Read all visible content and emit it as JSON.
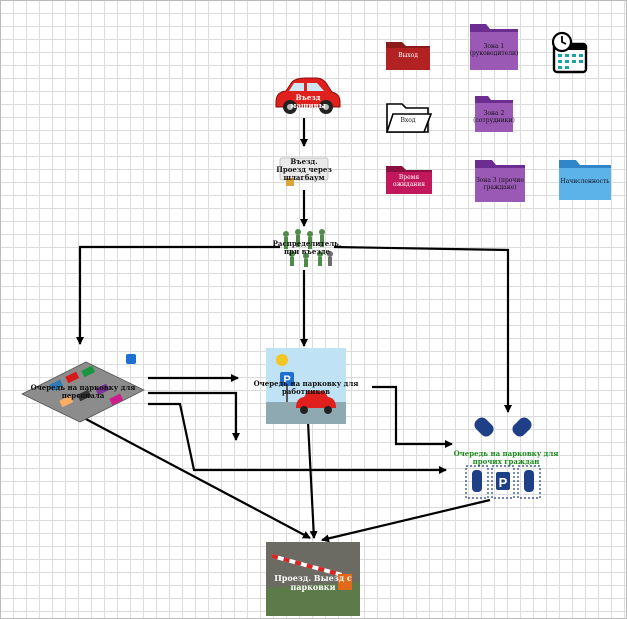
{
  "nodes": {
    "entry": "Въезд машины",
    "pass_check": "Въезд. Проезд через шлагбаум",
    "distributor": "Распределитель, при въезде",
    "queue_left": "Очередь на парковку для персонала",
    "queue_center": "Очередь на парковку для работников",
    "queue_right": "Очередь на парковку для прочих граждан",
    "exit": "Проезд. Выезд с парковки"
  },
  "folders": [
    {
      "label": "Выход"
    },
    {
      "label": "Вход"
    },
    {
      "label": "Время ожидания"
    },
    {
      "label": "Зона 1 (руководители)"
    },
    {
      "label": "Зона 2 (сотрудники)"
    },
    {
      "label": "Зона 3 (прочие граждане)"
    },
    {
      "label": "Начисленность"
    }
  ],
  "colors": {
    "folder_dark_red": "#8b1a1a",
    "folder_pink": "#c2185b",
    "folder_purple": "#8e44ad",
    "folder_blue": "#4aa3df",
    "car_red": "#e0201c",
    "parking_blue": "#1f3f86",
    "green_text": "#1c8a1c"
  },
  "icons": [
    "folder-icon",
    "calendar-clock-icon",
    "car-icon",
    "barrier-icon",
    "parking-sign-icon",
    "people-crowd-icon"
  ]
}
